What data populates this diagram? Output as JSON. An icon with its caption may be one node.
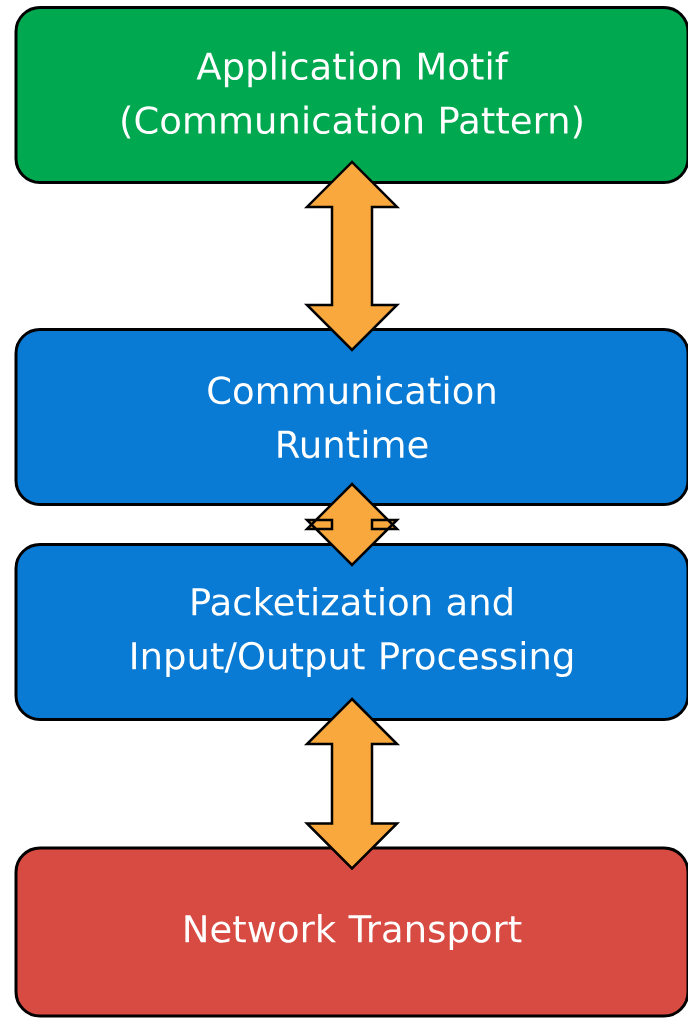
{
  "diagram": {
    "nodes": [
      {
        "text": [
          "Application Motif (Communication Pattern)"
        ]
      },
      {
        "text": [
          "Communication Runtime"
        ]
      },
      {
        "text": [
          "Packetization and Input/Output Processing"
        ]
      },
      {
        "text": [
          "Network Transport"
        ]
      }
    ],
    "edges": [
      {
        "from": 0,
        "to": 1,
        "arrow": "both"
      },
      {
        "from": 1,
        "to": 2,
        "arrow": "both"
      },
      {
        "from": 2,
        "to": 3,
        "arrow": "both"
      }
    ]
  }
}
